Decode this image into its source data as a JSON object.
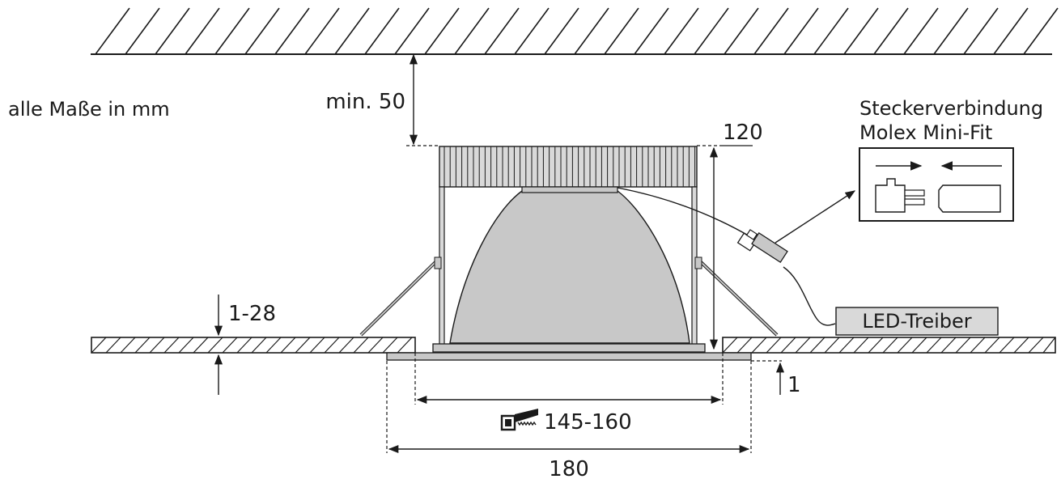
{
  "units_note": "alle Maße in mm",
  "dimensions": {
    "ceiling_clearance": "min. 50",
    "height": "120",
    "ceiling_thickness": "1-28",
    "flange_thickness": "1",
    "cutout": "145-160",
    "outer_diameter": "180"
  },
  "connector": {
    "title_line1": "Steckerverbindung",
    "title_line2": "Molex Mini-Fit"
  },
  "driver": {
    "label": "LED-Treiber"
  },
  "icons": [
    "saw-icon",
    "connector-plug-icon",
    "connector-socket-icon"
  ],
  "colors": {
    "line": "#1a1a1a",
    "fill_grey": "#c8c8c8",
    "fill_light": "#d9d9d9",
    "background": "#ffffff"
  }
}
